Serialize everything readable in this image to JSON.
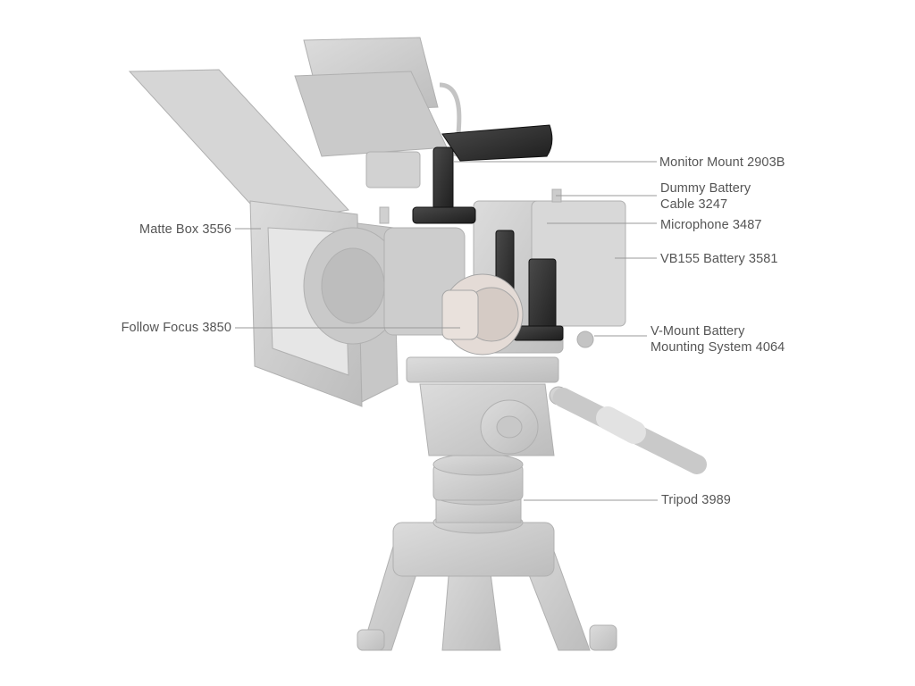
{
  "callouts": {
    "monitor_mount": "Monitor Mount 2903B",
    "dummy_battery_line1": "Dummy Battery",
    "dummy_battery_line2": "Cable 3247",
    "microphone": "Microphone 3487",
    "battery": "VB155 Battery 3581",
    "vmount_line1": "V-Mount Battery",
    "vmount_line2": "Mounting System 4064",
    "tripod": "Tripod 3989",
    "matte_box": "Matte Box 3556",
    "follow_focus": "Follow Focus 3850"
  },
  "colors": {
    "background": "#ffffff",
    "label_text": "#555555",
    "leader_line": "#9a9a9a",
    "ghost_equipment": "#cfcfcf",
    "ghost_outline": "#b3b3b3",
    "highlighted_part": "#2b2b2b"
  }
}
